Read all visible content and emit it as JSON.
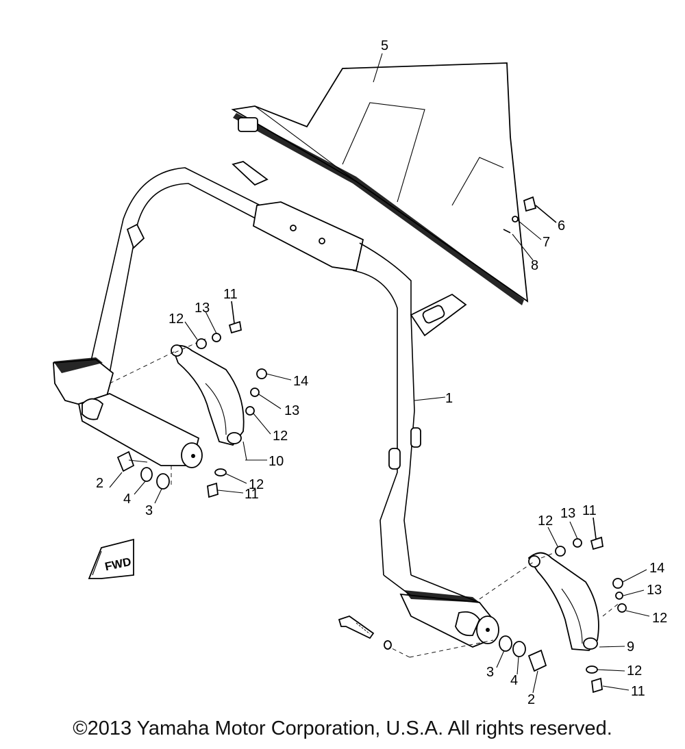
{
  "callouts": [
    {
      "id": "c5",
      "label": "5"
    },
    {
      "id": "c6",
      "label": "6"
    },
    {
      "id": "c7",
      "label": "7"
    },
    {
      "id": "c8",
      "label": "8"
    },
    {
      "id": "c1",
      "label": "1"
    },
    {
      "id": "cL11a",
      "label": "11"
    },
    {
      "id": "cL12a",
      "label": "12"
    },
    {
      "id": "cL13a",
      "label": "13"
    },
    {
      "id": "cL14",
      "label": "14"
    },
    {
      "id": "cL13b",
      "label": "13"
    },
    {
      "id": "cL12b",
      "label": "12"
    },
    {
      "id": "cL10",
      "label": "10"
    },
    {
      "id": "cL12c",
      "label": "12"
    },
    {
      "id": "cL11b",
      "label": "11"
    },
    {
      "id": "cL2",
      "label": "2"
    },
    {
      "id": "cL4",
      "label": "4"
    },
    {
      "id": "cL3",
      "label": "3"
    },
    {
      "id": "cR11a",
      "label": "11"
    },
    {
      "id": "cR13a",
      "label": "13"
    },
    {
      "id": "cR12a",
      "label": "12"
    },
    {
      "id": "cR14",
      "label": "14"
    },
    {
      "id": "cR13b",
      "label": "13"
    },
    {
      "id": "cR12b",
      "label": "12"
    },
    {
      "id": "cR9",
      "label": "9"
    },
    {
      "id": "cR12c",
      "label": "12"
    },
    {
      "id": "cR11b",
      "label": "11"
    },
    {
      "id": "cR3",
      "label": "3"
    },
    {
      "id": "cR4",
      "label": "4"
    },
    {
      "id": "cR2",
      "label": "2"
    }
  ],
  "fwd_badge": "FWD",
  "copyright": "©2013 Yamaha Motor Corporation, U.S.A. All rights reserved."
}
